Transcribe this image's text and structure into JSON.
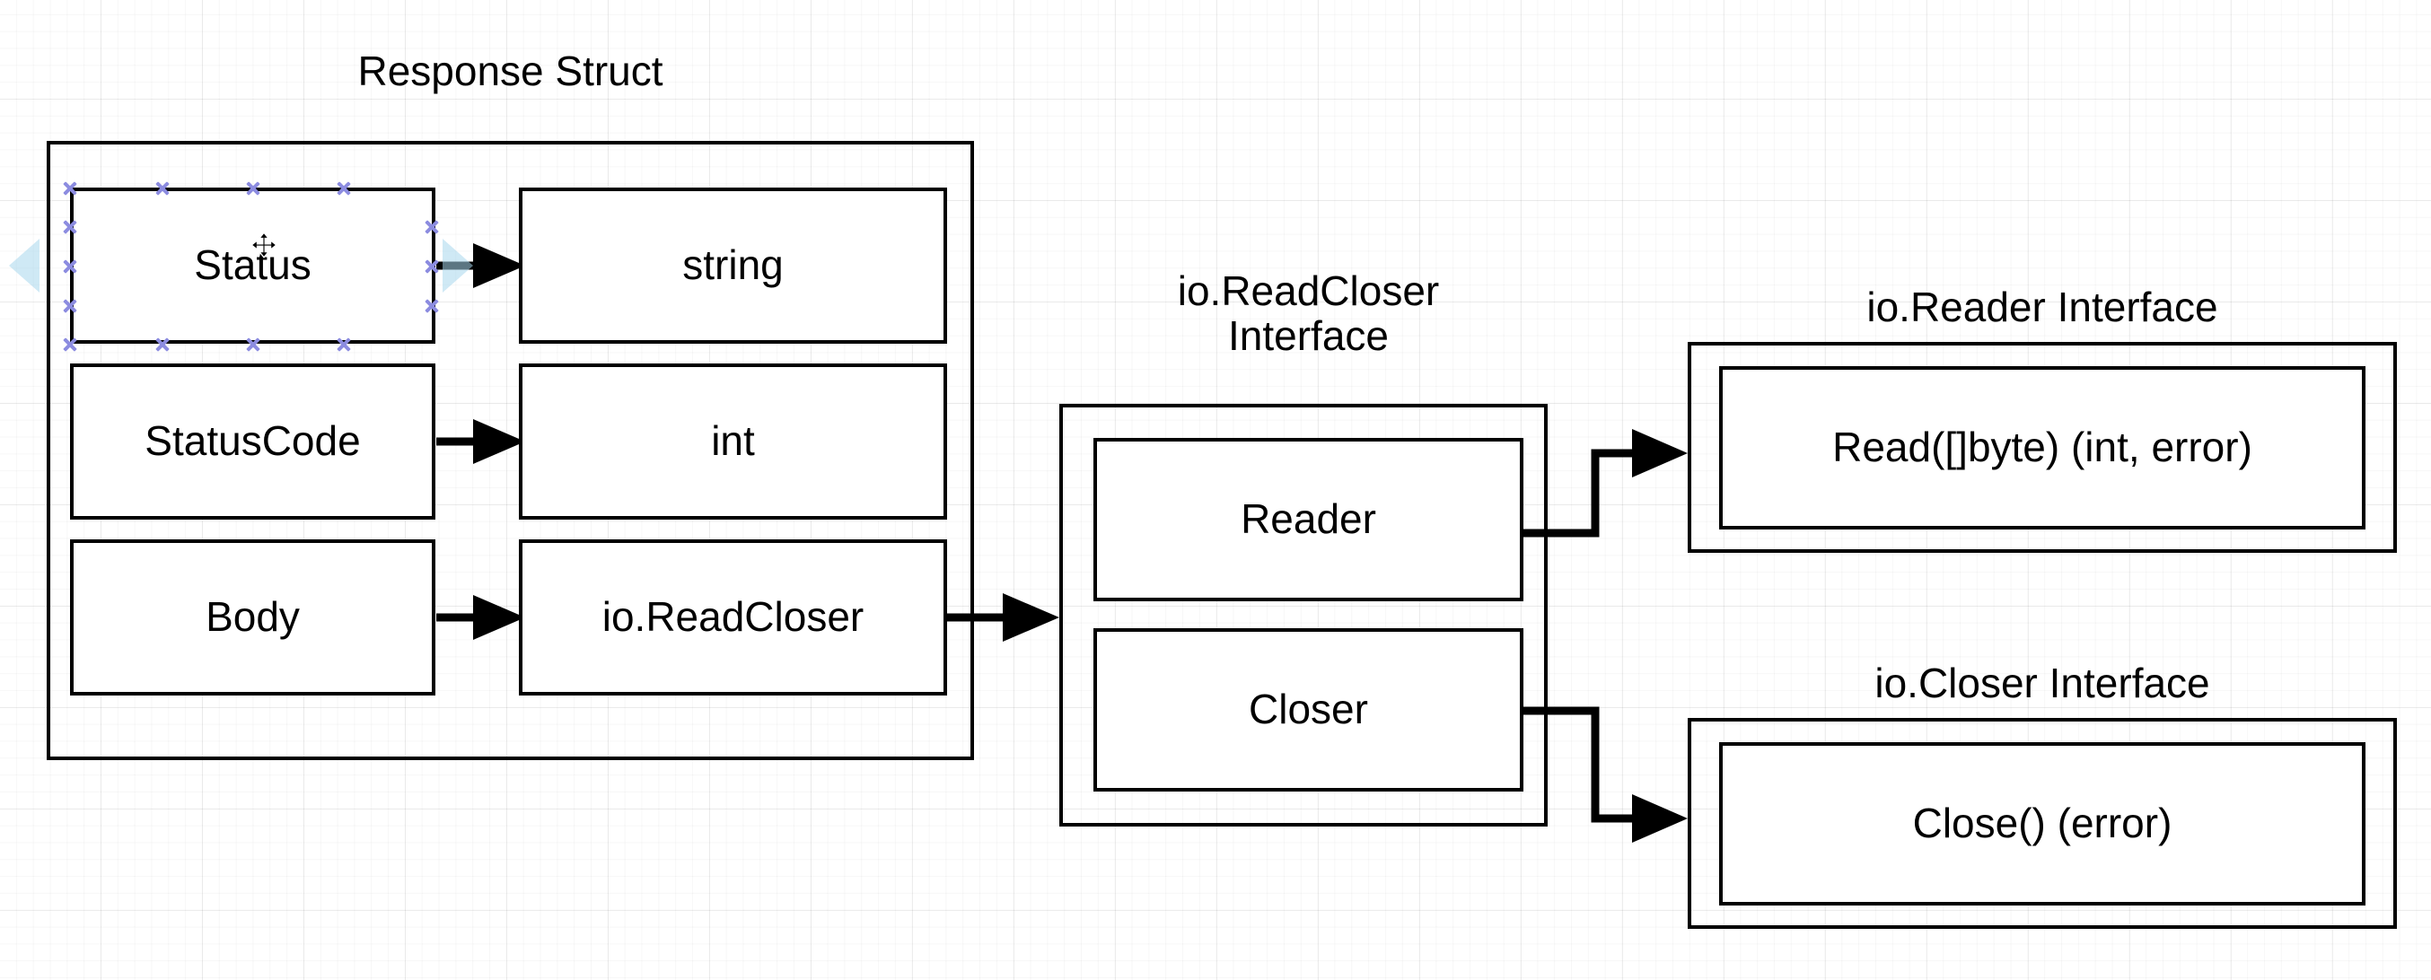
{
  "diagram": {
    "type": "flowchart",
    "tool": "draw.io-canvas",
    "background": "#ffffff",
    "grid_color": "#eaeaea",
    "stroke_color": "#000000",
    "selection_color": "#8c8ce0",
    "hint_color": "#a7d7ed"
  },
  "groups": {
    "response_struct": {
      "title": "Response Struct",
      "fields": [
        {
          "name": "Status",
          "type": "string"
        },
        {
          "name": "StatusCode",
          "type": "int"
        },
        {
          "name": "Body",
          "type": "io.ReadCloser"
        }
      ]
    },
    "read_closer": {
      "title": "io.ReadCloser\nInterface",
      "members": [
        {
          "name": "Reader"
        },
        {
          "name": "Closer"
        }
      ]
    },
    "reader_interface": {
      "title": "io.Reader Interface",
      "methods": [
        {
          "signature": "Read([]byte) (int, error)"
        }
      ]
    },
    "closer_interface": {
      "title": "io.Closer Interface",
      "methods": [
        {
          "signature": "Close() (error)"
        }
      ]
    }
  },
  "selection": {
    "selected_node": "Status",
    "handle_count": 8,
    "cursor": "move-cursor"
  },
  "edges": [
    {
      "from": "Status",
      "to": "string"
    },
    {
      "from": "StatusCode",
      "to": "int"
    },
    {
      "from": "Body",
      "to": "io.ReadCloser"
    },
    {
      "from": "io.ReadCloser",
      "to": "io.ReadCloser Interface"
    },
    {
      "from": "Reader",
      "to": "io.Reader Interface"
    },
    {
      "from": "Closer",
      "to": "io.Closer Interface"
    }
  ]
}
